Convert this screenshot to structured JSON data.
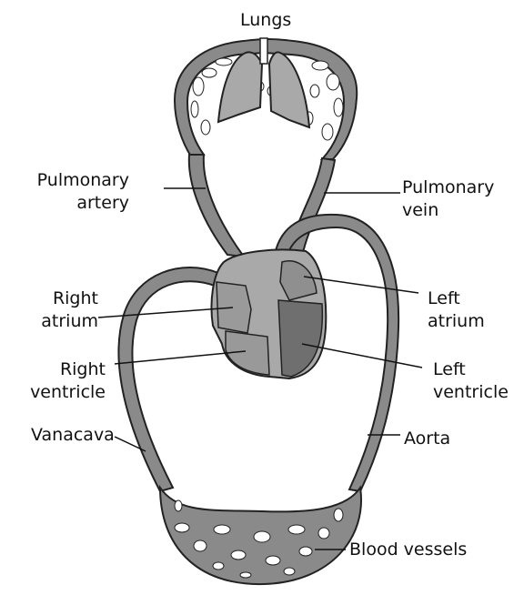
{
  "labels": {
    "lungs": "Lungs",
    "pulmonary_artery": [
      "Pulmonary",
      "artery"
    ],
    "pulmonary_vein": [
      "Pulmonary",
      "vein"
    ],
    "right_atrium": [
      "Right",
      "atrium"
    ],
    "left_atrium": [
      "Left",
      "atrium"
    ],
    "right_ventricle": [
      "Right",
      "ventricle"
    ],
    "left_ventricle": [
      "Left",
      "ventricle"
    ],
    "vanacava": "Vanacava",
    "aorta": "Aorta",
    "blood_vessels": "Blood vessels"
  },
  "colors": {
    "vessel": "#8a8a8a",
    "organ": "#a9a9a9",
    "dark": "#6f6f6f",
    "outline": "#222222"
  }
}
